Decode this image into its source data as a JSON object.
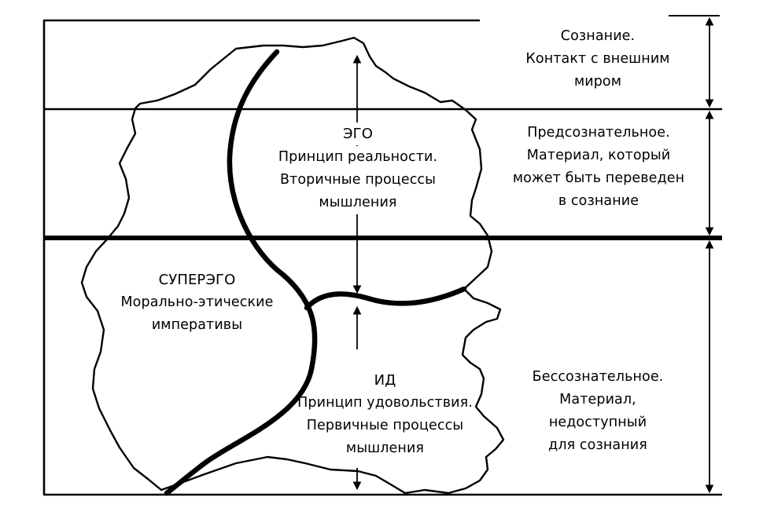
{
  "levels": {
    "conscious": [
      "Сознание.",
      "Контакт с внешним",
      "миром"
    ],
    "preconscious": [
      "Предсознательное.",
      "Материал, который",
      "может  быть переведен",
      "в сознание"
    ],
    "unconscious": [
      "Бессознательное.",
      "Материал,",
      "недоступный",
      "для сознания"
    ]
  },
  "structures": {
    "ego": {
      "name": "ЭГО",
      "lines": [
        "Принцип реальности.",
        "Вторичные процессы",
        "мышления"
      ]
    },
    "superego": {
      "name": "СУПЕРЭГО",
      "lines": [
        "Морально-этические",
        "императивы"
      ]
    },
    "id": {
      "name": "ИД",
      "lines": [
        "Принцип удовольствия.",
        "Первичные процессы",
        "мышления"
      ]
    }
  }
}
